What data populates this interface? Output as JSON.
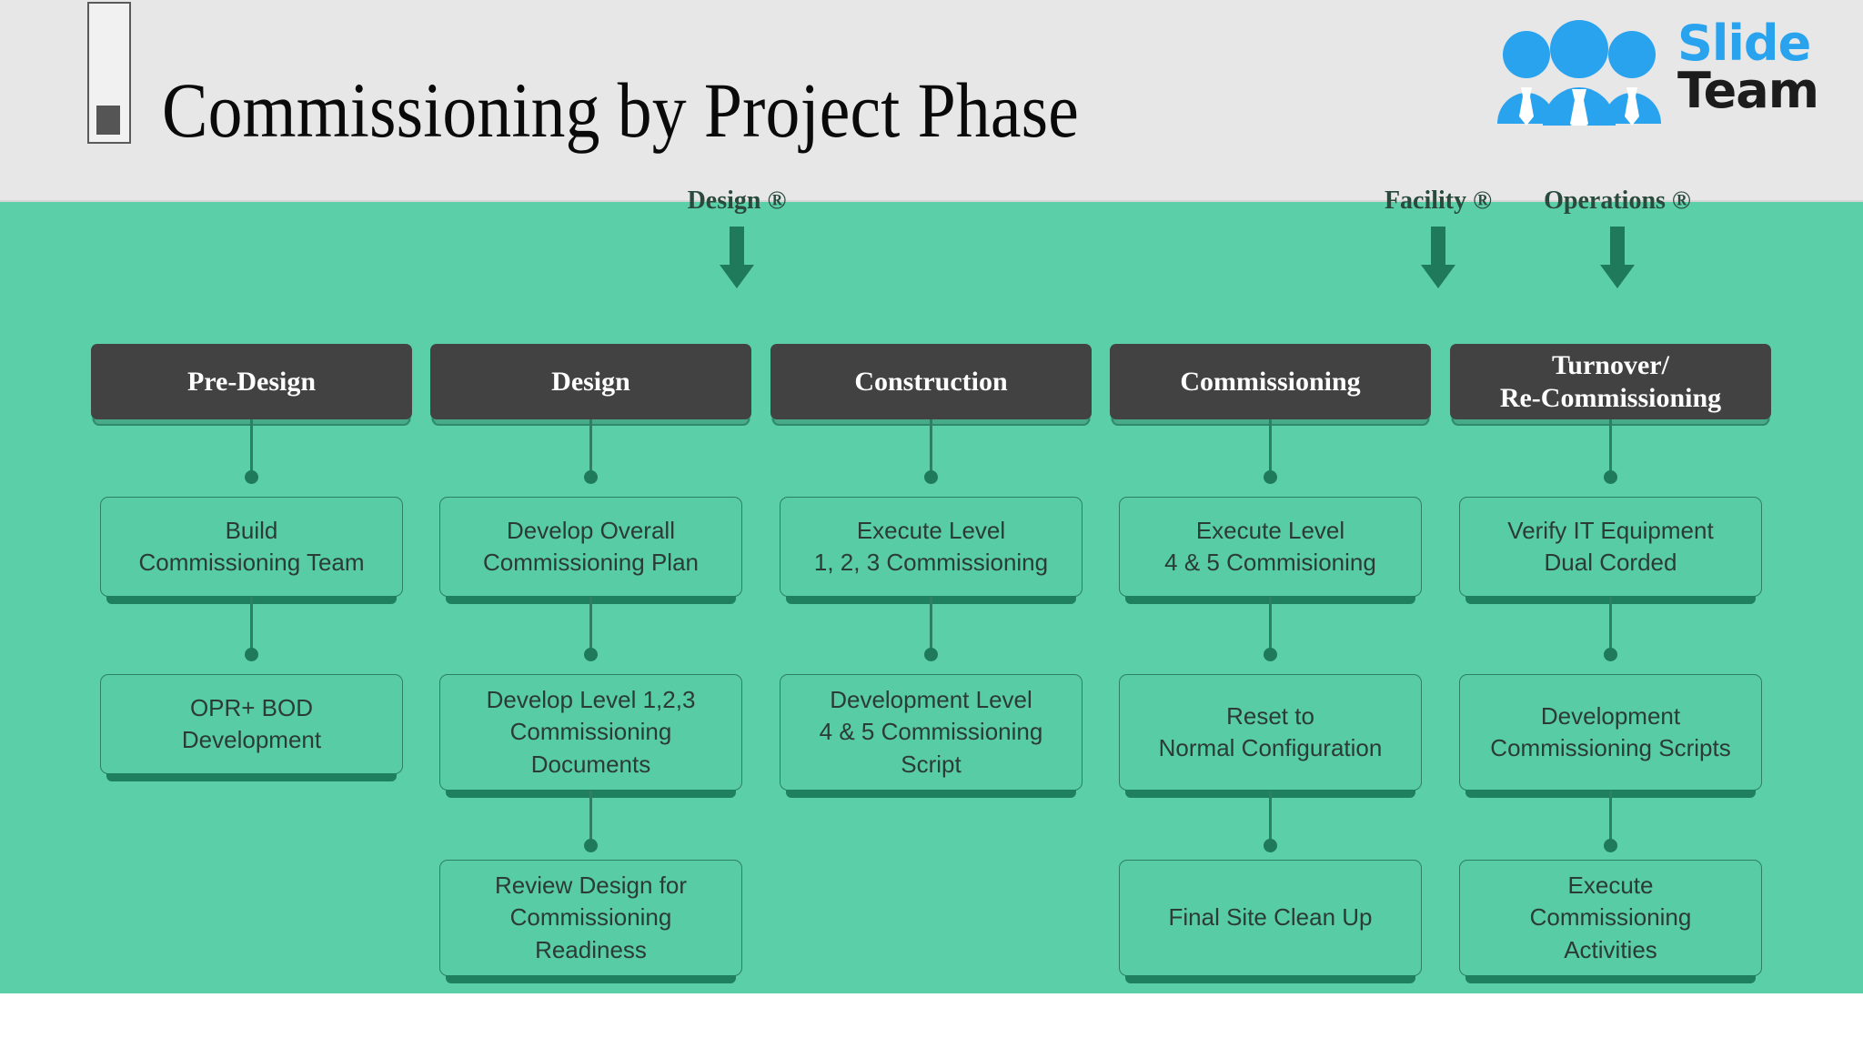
{
  "header": {
    "title": "Commissioning by Project Phase",
    "logo": {
      "word1": "Slide",
      "word2": "Team",
      "icon": "people-group-icon"
    },
    "slide_marker": "slide-progress-marker"
  },
  "colors": {
    "canvas_green": "#5bcfa8",
    "box_green": "#58cca4",
    "phase_dark": "#424242",
    "accent_dark_green": "#1f7a5c",
    "header_gray": "#e7e7e7",
    "logo_blue": "#2aa3ef"
  },
  "inflows": [
    {
      "label": "Design ®",
      "target_column": 1
    },
    {
      "label": "Facility ®",
      "target_column": 3
    },
    {
      "label": "Operations ®",
      "target_column": 4
    }
  ],
  "columns": [
    {
      "phase": "Pre-Design",
      "tasks": [
        "Build\nCommissioning Team",
        "OPR+ BOD\nDevelopment"
      ]
    },
    {
      "phase": "Design",
      "tasks": [
        "Develop Overall\nCommissioning Plan",
        "Develop Level 1,2,3\nCommissioning\nDocuments",
        "Review Design for\nCommissioning\nReadiness"
      ]
    },
    {
      "phase": "Construction",
      "tasks": [
        "Execute Level\n1, 2, 3 Commissioning",
        "Development Level\n4 & 5 Commissioning\nScript"
      ]
    },
    {
      "phase": "Commissioning",
      "tasks": [
        "Execute Level\n4 & 5 Commisioning",
        "Reset to\nNormal Configuration",
        "Final Site Clean Up"
      ]
    },
    {
      "phase": "Turnover/\nRe-Commissioning",
      "tasks": [
        "Verify IT Equipment\nDual Corded",
        "Development\nCommissioning Scripts",
        "Execute\nCommissioning\nActivities"
      ]
    }
  ]
}
